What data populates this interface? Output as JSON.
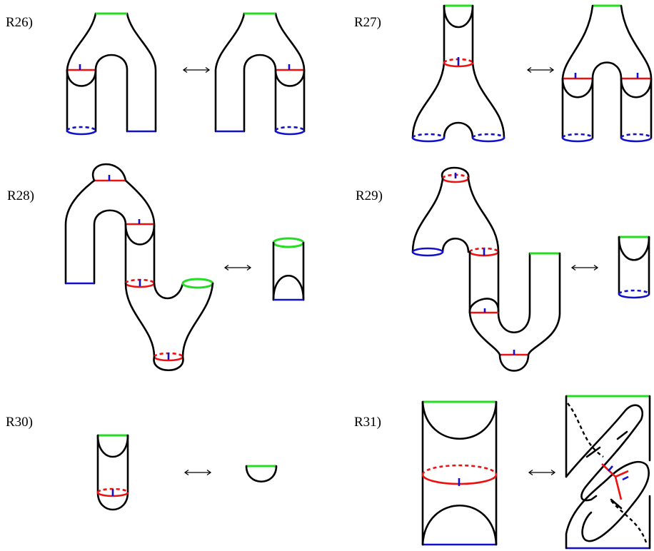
{
  "relations": [
    {
      "id": "R26",
      "label": "R26)"
    },
    {
      "id": "R27",
      "label": "R27)"
    },
    {
      "id": "R28",
      "label": "R28)"
    },
    {
      "id": "R29",
      "label": "R29)"
    },
    {
      "id": "R30",
      "label": "R30)"
    },
    {
      "id": "R31",
      "label": "R31)"
    }
  ],
  "colors": {
    "outline": "#000000",
    "green_boundary": "#22dd22",
    "red_circle": "#ee1111",
    "blue_boundary": "#1111cc"
  },
  "arrow_glyph": "long-left-right-arrow"
}
